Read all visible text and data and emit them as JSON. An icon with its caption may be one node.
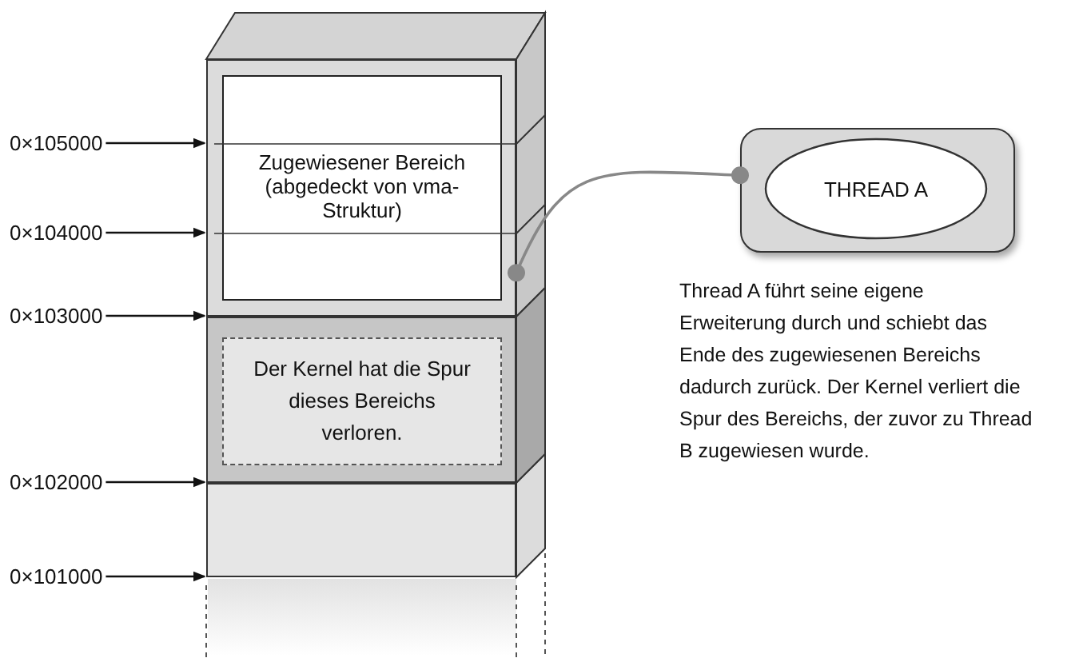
{
  "diagram": {
    "nodes": [
      {
        "text": [],
        "shape": "box"
      },
      {
        "text": [
          "Zugewiesener Bereich (abgedeckt von vma-Struktur)"
        ],
        "in": 0
      },
      {
        "text": [],
        "shape": "box"
      },
      {
        "text": [
          "Der Kernel hat die Spur dieses Bereichs verloren."
        ],
        "in": 2
      },
      {
        "text": [],
        "shape": "box"
      },
      {
        "text": [],
        "shape": "box"
      },
      {
        "text": [
          "THREAD A"
        ],
        "in": 5
      },
      {
        "text": [
          "0×105000"
        ]
      },
      {
        "text": [
          "0×104000"
        ]
      },
      {
        "text": [
          "0×103000"
        ]
      },
      {
        "text": [
          "0×102000"
        ]
      },
      {
        "text": [
          "0×101000"
        ]
      }
    ],
    "edges": [
      {
        "from": 0,
        "to": 5,
        "arrow": "other",
        "color": "#888888"
      },
      {
        "from": 7,
        "to": 0,
        "arrow": "to"
      },
      {
        "from": 8,
        "to": 0,
        "arrow": "to"
      },
      {
        "from": 9,
        "to": 2,
        "arrow": "to"
      },
      {
        "from": 10,
        "to": 4,
        "arrow": "to"
      },
      {
        "from": 11,
        "to": 4,
        "arrow": "to"
      }
    ],
    "labels": [
      "Thread A führt seine eigene Erweiterung durch und schiebt das Ende des zugewiesenen Bereichs dadurch zurück. Der Kernel verliert die Spur des Bereichs, der zuvor zu Thread B zugewiesen wurde."
    ]
  }
}
